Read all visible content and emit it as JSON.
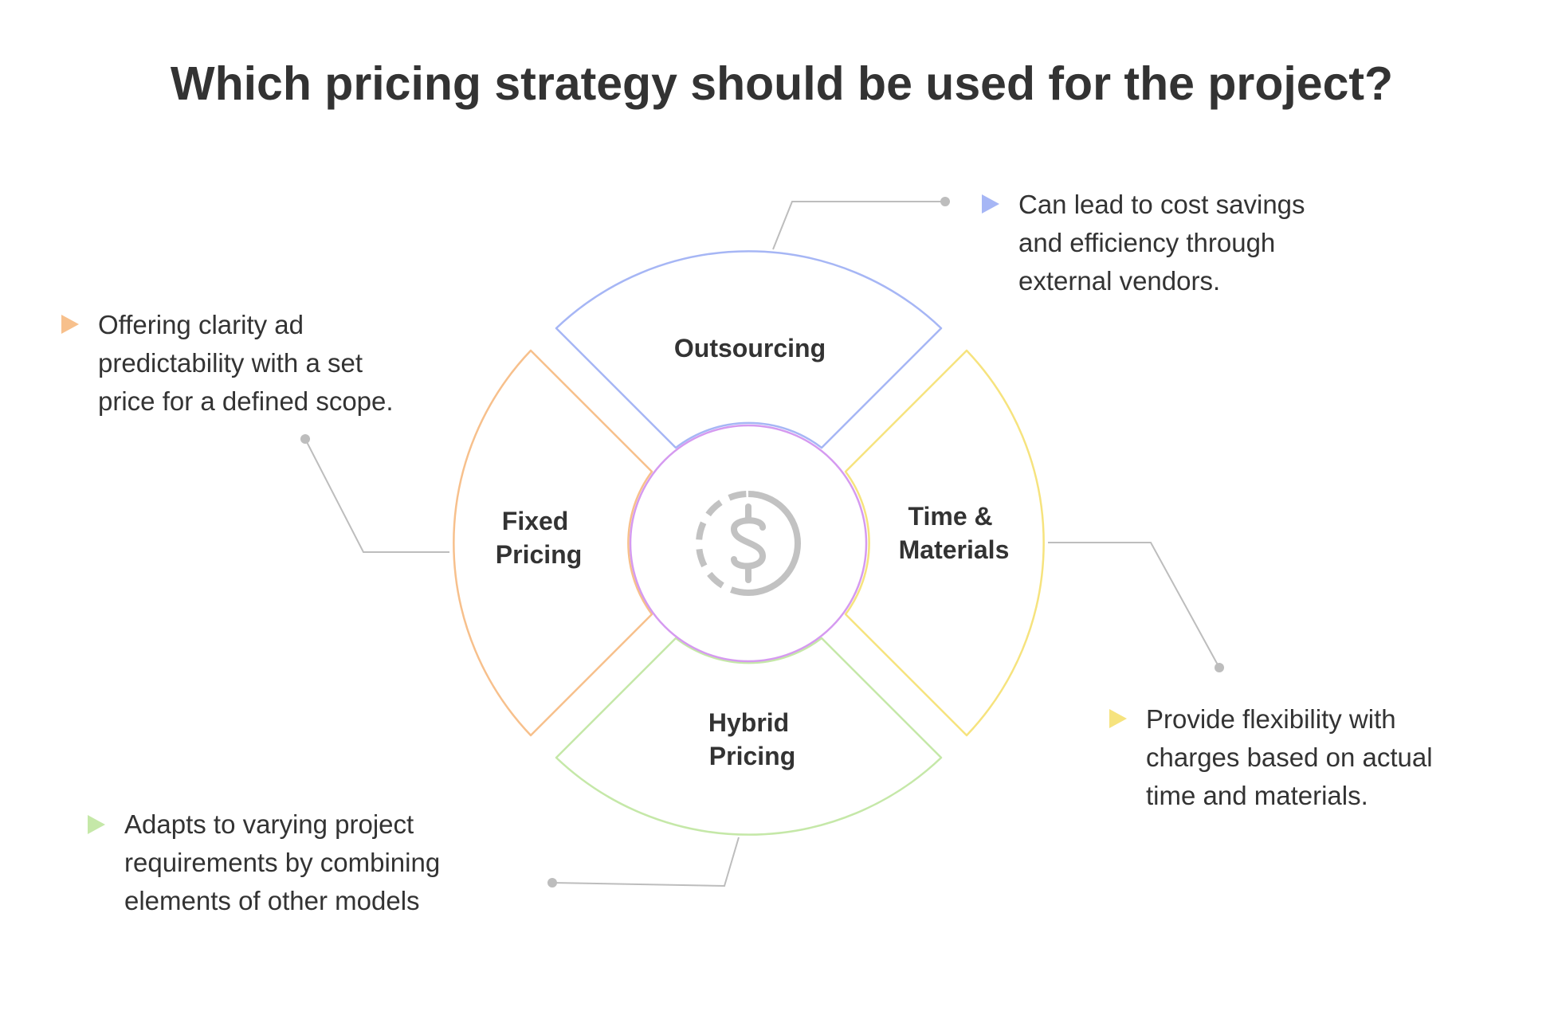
{
  "title": "Which pricing strategy should be used for the project?",
  "center": {
    "icon": "dollar-circle-icon",
    "ring_color": "#d59af0",
    "icon_color": "#c2c2c2"
  },
  "segments": [
    {
      "id": "outsourcing",
      "label_lines": [
        "Outsourcing"
      ],
      "color": "#a6b6f5",
      "note_lines": [
        "Can lead to cost savings",
        "and efficiency through",
        "external vendors."
      ]
    },
    {
      "id": "time-materials",
      "label_lines": [
        "Time &",
        "Materials"
      ],
      "color": "#f6e37e",
      "note_lines": [
        "Provide flexibility with",
        "charges based on actual",
        "time and materials."
      ]
    },
    {
      "id": "hybrid-pricing",
      "label_lines": [
        "Hybrid",
        "Pricing"
      ],
      "color": "#c5e8a8",
      "note_lines": [
        "Adapts to varying project",
        "requirements by combining",
        "elements of other models"
      ]
    },
    {
      "id": "fixed-pricing",
      "label_lines": [
        "Fixed",
        "Pricing"
      ],
      "color": "#f7c08c",
      "note_lines": [
        "Offering clarity ad",
        "predictability with a set",
        "price for a defined scope."
      ]
    }
  ],
  "leader_color": "#bdbdbd"
}
